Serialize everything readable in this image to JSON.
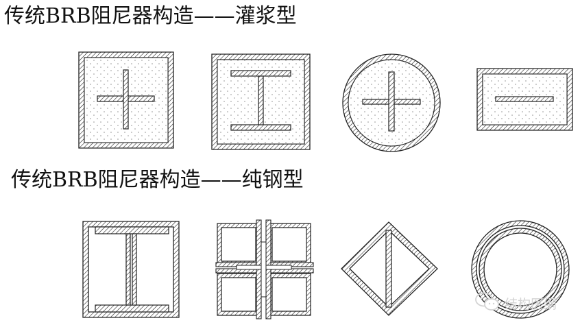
{
  "headings": {
    "grouted": "传统BRB阻尼器构造——灌浆型",
    "steel": "传统BRB阻尼器构造——纯钢型"
  },
  "watermark": {
    "text": "结构医纲",
    "icon": "wechat-logo-icon"
  },
  "sections": [
    {
      "name": "grouted",
      "figures": [
        "square-cross",
        "square-i-section",
        "circle-cross",
        "rectangle-flat-plate"
      ]
    },
    {
      "name": "steel",
      "figures": [
        "box-double-channel",
        "four-box-cross",
        "diamond-plate",
        "double-ring"
      ]
    }
  ],
  "colors": {
    "line": "#222222",
    "dots": "#9a9a9a",
    "watermark": "#d3d3d3"
  }
}
